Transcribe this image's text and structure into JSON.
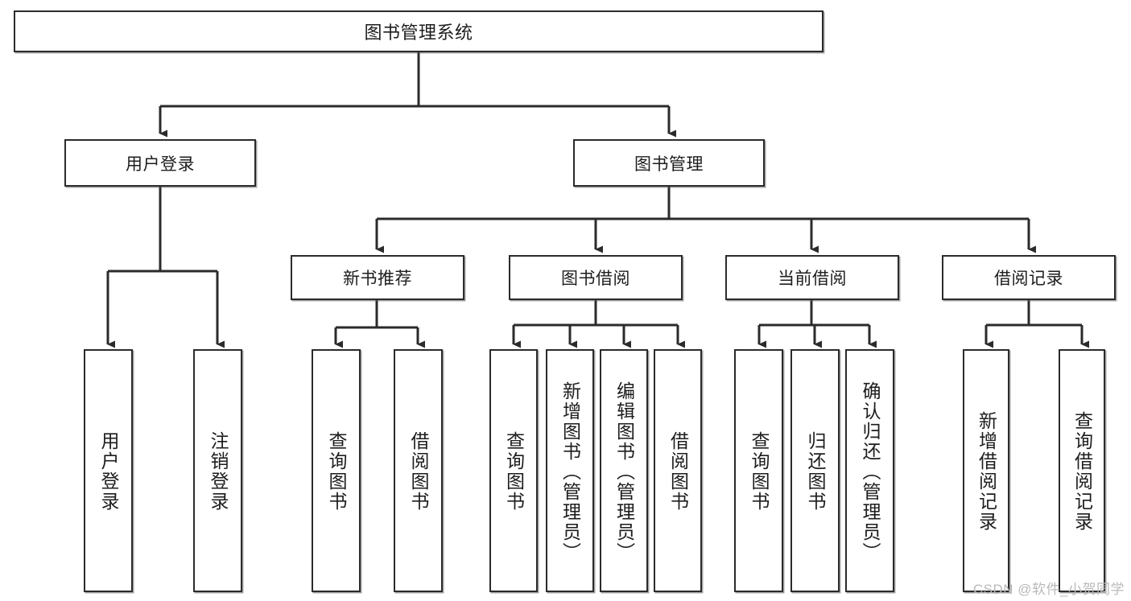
{
  "diagram": {
    "type": "tree-hierarchy",
    "title": "图书管理系统",
    "watermark": "CSDN @软件_小贺同学",
    "colors": {
      "box_border": "#2b2b2b",
      "box_fill": "#ffffff",
      "connector": "#2b2b2b",
      "text": "#1d1d1d",
      "watermark": "#b9b9b9"
    },
    "root": {
      "label": "图书管理系统"
    },
    "level2": [
      {
        "label": "用户登录"
      },
      {
        "label": "图书管理"
      }
    ],
    "level3": [
      {
        "label": "新书推荐"
      },
      {
        "label": "图书借阅"
      },
      {
        "label": "当前借阅"
      },
      {
        "label": "借阅记录"
      }
    ],
    "leaves": {
      "user_login": [
        {
          "label": "用户登录"
        },
        {
          "label": "注销登录"
        }
      ],
      "new_book_recommend": [
        {
          "label": "查询图书"
        },
        {
          "label": "借阅图书"
        }
      ],
      "book_borrow": [
        {
          "label": "查询图书"
        },
        {
          "label": "新增图书（管理员）"
        },
        {
          "label": "编辑图书（管理员）"
        },
        {
          "label": "借阅图书"
        }
      ],
      "current_borrow": [
        {
          "label": "查询图书"
        },
        {
          "label": "归还图书"
        },
        {
          "label": "确认归还（管理员）"
        }
      ],
      "borrow_records": [
        {
          "label": "新增借阅记录"
        },
        {
          "label": "查询借阅记录"
        }
      ]
    }
  }
}
